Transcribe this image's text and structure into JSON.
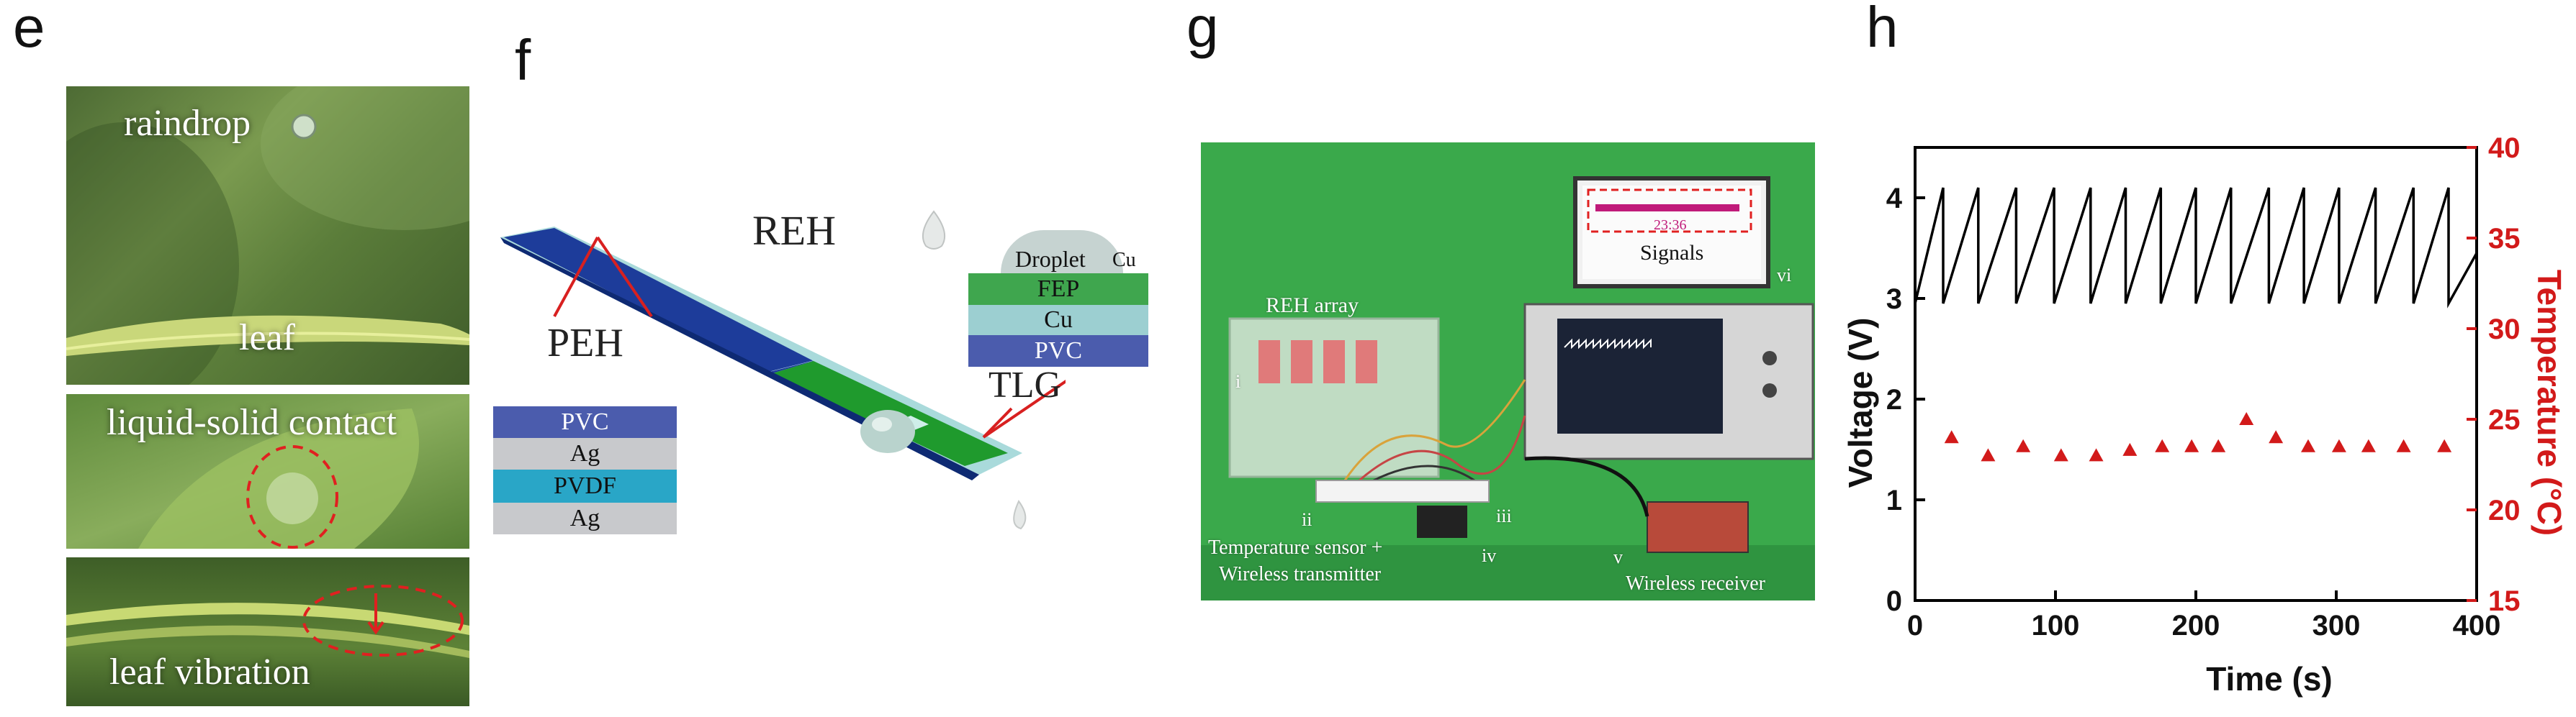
{
  "panels": {
    "e": {
      "letter": "e",
      "labels": {
        "raindrop": "raindrop",
        "leaf": "leaf",
        "contact": "liquid-solid contact",
        "vibration": "leaf vibration"
      }
    },
    "f": {
      "letter": "f",
      "title": "REH",
      "peh": {
        "title": "PEH",
        "layers": [
          "PVC",
          "Ag",
          "PVDF",
          "Ag"
        ]
      },
      "tlg": {
        "title": "TLG",
        "droplet": "Droplet",
        "cu_top": "Cu",
        "layers": [
          "FEP",
          "Cu",
          "PVC"
        ]
      }
    },
    "g": {
      "letter": "g",
      "labels": {
        "reh_array": "REH array",
        "signals": "Signals",
        "screen_time": "23:36",
        "temp_sensor": "Temperature sensor +",
        "wireless_tx": "Wireless transmitter",
        "wireless_rx": "Wireless receiver",
        "roman": [
          "i",
          "ii",
          "iii",
          "iv",
          "v",
          "vi"
        ]
      }
    },
    "h": {
      "letter": "h"
    }
  },
  "colors": {
    "voltage": "#000000",
    "temperature": "#d21a1a"
  },
  "chart_data": {
    "type": "line",
    "xlabel": "Time (s)",
    "ylabel": "Voltage (V)",
    "y2label": "Temperature (°C)",
    "xlim": [
      0,
      400
    ],
    "ylim": [
      0,
      4.5
    ],
    "y2lim": [
      15,
      40
    ],
    "xticks": [
      0,
      100,
      200,
      300,
      400
    ],
    "yticks": [
      0,
      1,
      2,
      3,
      4
    ],
    "y2ticks": [
      15,
      20,
      25,
      30,
      35,
      40
    ],
    "series": [
      {
        "axis": "left",
        "style": "sawtooth",
        "low": 2.95,
        "high": 4.1,
        "peak_times": [
          20,
          45,
          72,
          99,
          125,
          150,
          175,
          200,
          225,
          252,
          277,
          302,
          328,
          355,
          380
        ],
        "end_time": 400,
        "end_value": 3.45
      },
      {
        "axis": "right",
        "style": "triangle-markers",
        "x": [
          26,
          52,
          77,
          104,
          129,
          153,
          176,
          197,
          216,
          236,
          257,
          280,
          302,
          323,
          348,
          377
        ],
        "y": [
          24,
          23,
          23.5,
          23,
          23,
          23.3,
          23.5,
          23.5,
          23.5,
          25,
          24,
          23.5,
          23.5,
          23.5,
          23.5,
          23.5
        ]
      }
    ]
  }
}
